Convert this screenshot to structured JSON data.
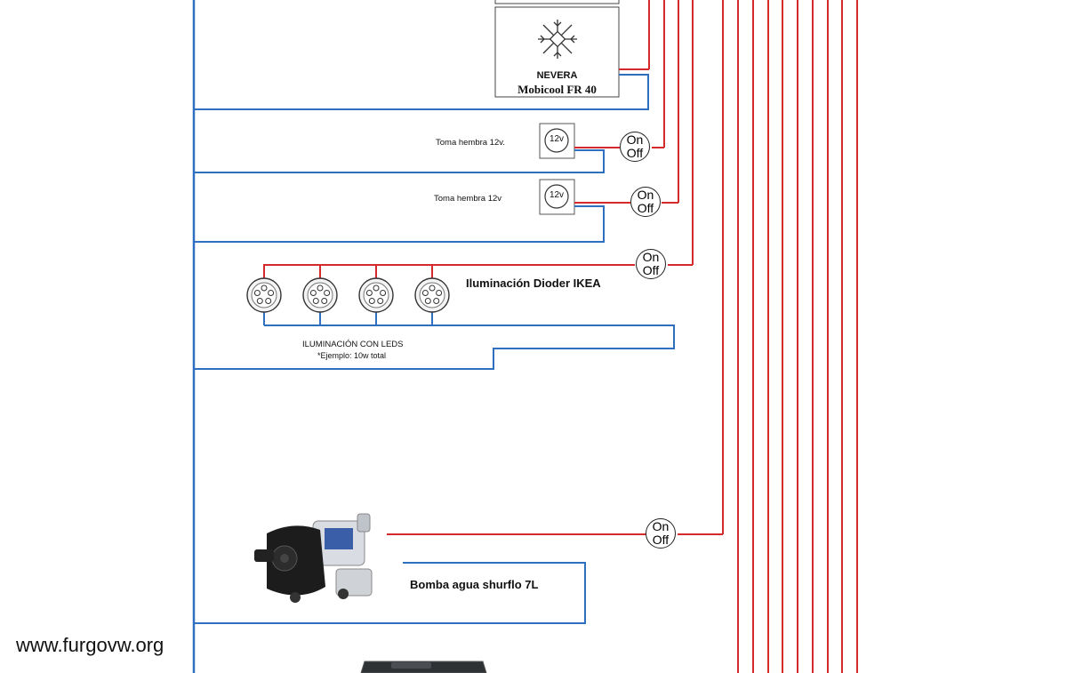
{
  "colors": {
    "positive": "#d42a2a",
    "negative": "#2e6fc0",
    "text": "#111111"
  },
  "icons": [
    "snowflake-icon",
    "socket-12v-icon",
    "on-off-switch-icon",
    "led-light-icon",
    "water-pump-icon",
    "battery-icon"
  ],
  "fridge": {
    "title": "NEVERA",
    "model": "Mobicool FR 40"
  },
  "socket1": {
    "label": "Toma hembra 12v.",
    "badge": "12v"
  },
  "socket2": {
    "label": "Toma hembra 12v",
    "badge": "12v"
  },
  "switch": {
    "on": "On",
    "off": "Off"
  },
  "lighting": {
    "title": "Iluminación Dioder IKEA",
    "leds_title": "ILUMINACIÓN CON LEDS",
    "leds_note": "*Ejemplo: 10w total"
  },
  "pump": {
    "title": "Bomba agua shurflo 7L"
  },
  "watermark": "www.furgovw.org"
}
